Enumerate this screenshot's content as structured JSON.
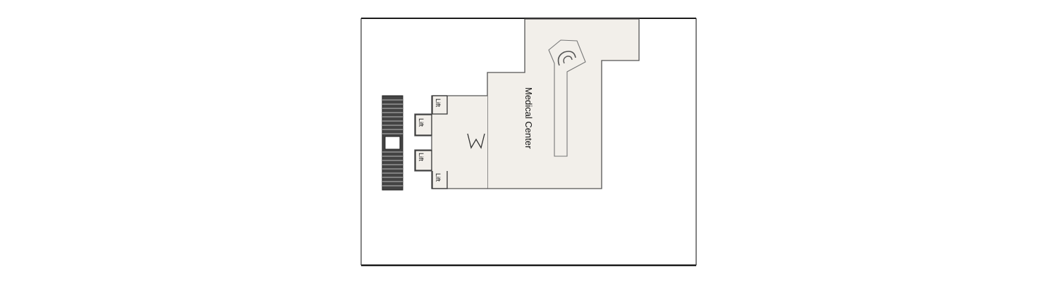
{
  "map": {
    "area_label": "Medical Center",
    "lifts": [
      {
        "label": "Lift"
      },
      {
        "label": "Lift"
      },
      {
        "label": "Lift"
      },
      {
        "label": "Lift"
      }
    ]
  },
  "colors": {
    "background": "#ffffff",
    "outline": "#1a1a1a",
    "room_fill": "#f2efea",
    "room_stroke": "#555555",
    "stair_fill": "#444444"
  }
}
